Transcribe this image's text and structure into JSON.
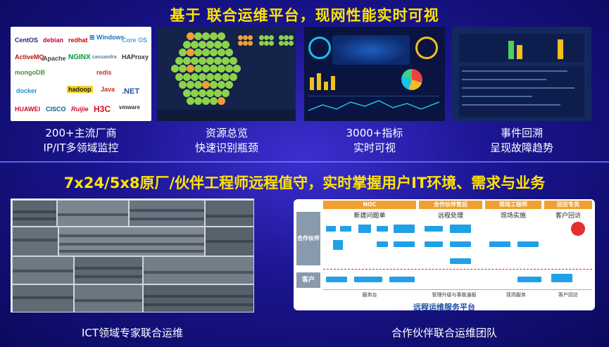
{
  "top_title": "基于 联合运维平台，现网性能实时可视",
  "features": [
    {
      "line1": "200+主流厂商",
      "line2": "IP/IT多领域监控"
    },
    {
      "line1": "资源总览",
      "line2": "快速识别瓶颈"
    },
    {
      "line1": "3000+指标",
      "line2": "实时可视"
    },
    {
      "line1": "事件回溯",
      "line2": "呈现故障趋势"
    }
  ],
  "vendor_logos": [
    "CentOS",
    "debian",
    "redhat",
    "Windows",
    "Core OS",
    "ActiveMQ",
    "Apache",
    "NGINX",
    "cassandra",
    "HAProxy",
    "mongoDB",
    "redis",
    "docker",
    "hadoop",
    "Java",
    ".NET",
    "HUAWEI",
    "CISCO",
    "Ruijie",
    "H3C",
    "vmware vSphere"
  ],
  "bottom_title": "7x24/5x8原厂/伙伴工程师远程值守，实时掌握用户IT环境、需求与业务",
  "bottom_left_caption": "ICT领域专家联合运维",
  "bottom_right_caption": "合作伙伴联合运维团队",
  "flow": {
    "phases": [
      {
        "head": "NOC",
        "sub": "新建问题单"
      },
      {
        "head": "合作伙伴售后",
        "sub": "远程处理"
      },
      {
        "head": "现场工程师",
        "sub": "现场实施"
      },
      {
        "head": "回访专员",
        "sub": "客户回访"
      }
    ],
    "lanes": [
      "合作伙伴",
      "客户"
    ],
    "bottom_items": [
      "服务台",
      "管理升级与事故通报",
      "现场服务",
      "客户回访"
    ],
    "platform_label": "远程运维服务平台",
    "colors": {
      "phase_head": "#f0a030",
      "box": "#1fa0e8",
      "lane": "#8a9aad"
    }
  }
}
